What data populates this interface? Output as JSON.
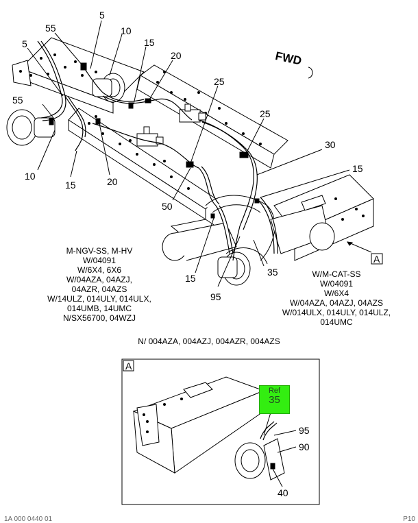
{
  "direction_marker": "FWD",
  "callouts": {
    "c5a": "5",
    "c55a": "55",
    "c10a": "10",
    "c5b": "5",
    "c15a": "15",
    "c20a": "20",
    "c55b": "55",
    "c25a": "25",
    "c25b": "25",
    "c30": "30",
    "c10b": "10",
    "c15b": "15",
    "c20b": "20",
    "c15c": "15",
    "c50": "50",
    "c15d": "15",
    "c95a": "95",
    "c35": "35",
    "c95b": "95",
    "c90": "90",
    "c40": "40"
  },
  "left_note": [
    "M-NGV-SS, M-HV",
    "W/04091",
    "W/6X4, 6X6",
    "W/04AZA, 04AZJ,",
    "04AZR, 04AZS",
    "W/14ULZ, 014ULY, 014ULX,",
    "014UMB, 14UMC",
    "N/SX56700, 04WZJ"
  ],
  "right_note": [
    "W/M-CAT-SS",
    "W/04091",
    "W/6X4",
    "W/04AZA, 04AZJ, 04AZS",
    "W/014ULX, 014ULY, 014ULZ,",
    "014UMC"
  ],
  "caption": "N/ 004AZA, 004AZJ, 004AZR, 004AZS",
  "view_label_main": "A",
  "view_label_detail": "A",
  "ref_box": {
    "label": "Ref",
    "number": "35"
  },
  "footer_left": "1A 000 0440 01",
  "footer_right": "P10"
}
